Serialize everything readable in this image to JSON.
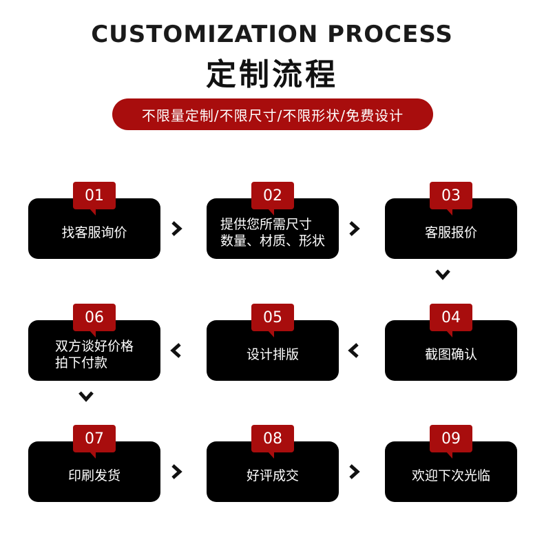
{
  "header": {
    "title_en": "CUSTOMIZATION PROCESS",
    "title_cn": "定制流程",
    "banner": "不限量定制/不限尺寸/不限形状/免费设计"
  },
  "colors": {
    "accent": "#a80d0d",
    "card": "#000000",
    "text_on_dark": "#ffffff"
  },
  "steps": [
    {
      "num": "01",
      "label": "找客服询价"
    },
    {
      "num": "02",
      "label": "提供您所需尺寸\n数量、材质、形状"
    },
    {
      "num": "03",
      "label": "客服报价"
    },
    {
      "num": "04",
      "label": "截图确认"
    },
    {
      "num": "05",
      "label": "设计排版"
    },
    {
      "num": "06",
      "label": "双方谈好价格\n拍下付款"
    },
    {
      "num": "07",
      "label": "印刷发货"
    },
    {
      "num": "08",
      "label": "好评成交"
    },
    {
      "num": "09",
      "label": "欢迎下次光临"
    }
  ],
  "arrows": [
    {
      "icon": "chevron-right-icon",
      "from": "01",
      "to": "02"
    },
    {
      "icon": "chevron-right-icon",
      "from": "02",
      "to": "03"
    },
    {
      "icon": "chevron-down-icon",
      "from": "03",
      "to": "04"
    },
    {
      "icon": "chevron-left-icon",
      "from": "04",
      "to": "05"
    },
    {
      "icon": "chevron-left-icon",
      "from": "05",
      "to": "06"
    },
    {
      "icon": "chevron-down-icon",
      "from": "06",
      "to": "07"
    },
    {
      "icon": "chevron-right-icon",
      "from": "07",
      "to": "08"
    },
    {
      "icon": "chevron-right-icon",
      "from": "08",
      "to": "09"
    }
  ]
}
